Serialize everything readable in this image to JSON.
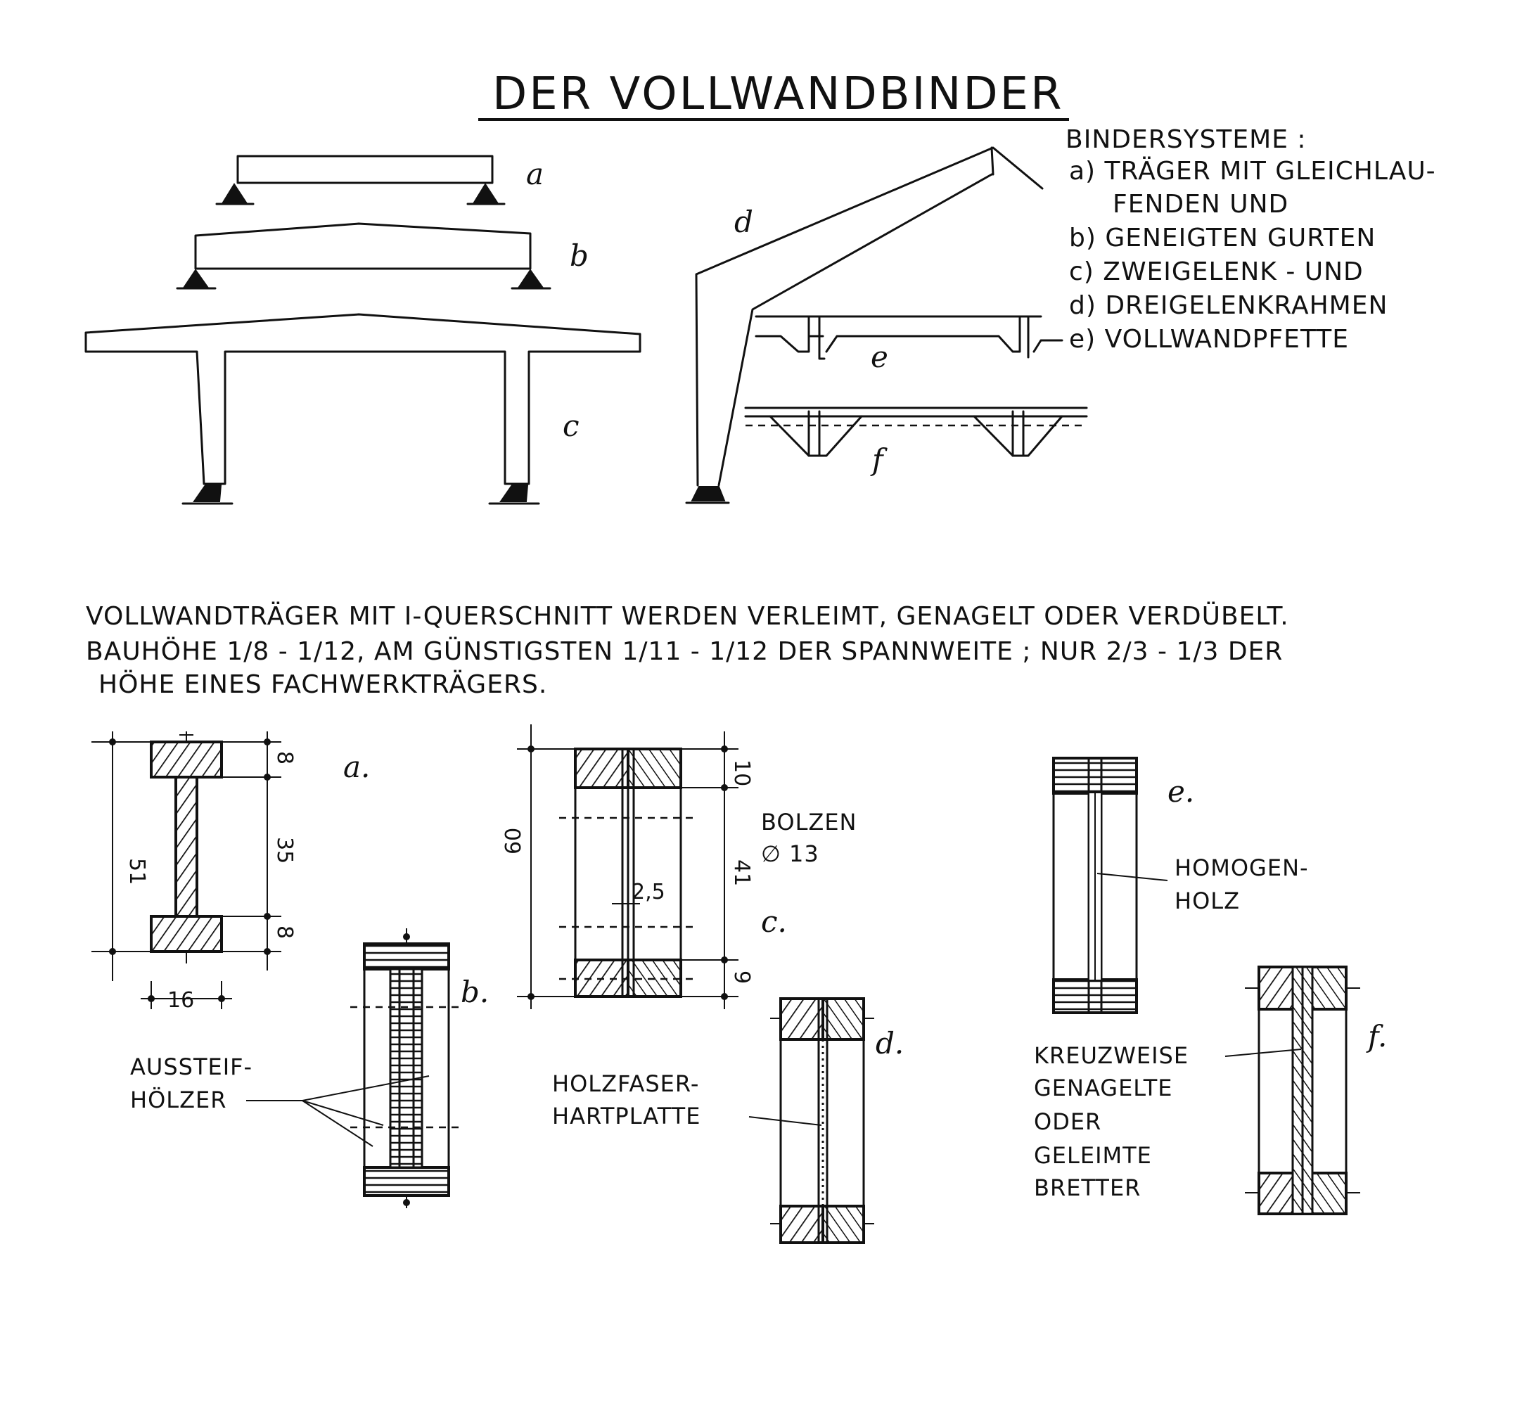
{
  "title": "DER VOLLWANDBINDER",
  "legend": {
    "heading": "BINDERSYSTEME :",
    "items": [
      "a) TRÄGER MIT GLEICHLAU-",
      "FENDEN UND",
      "b) GENEIGTEN GURTEN",
      "c) ZWEIGELENK - UND",
      "d) DREIGELENKRAHMEN",
      "e) VOLLWANDPFETTE"
    ]
  },
  "systems": {
    "a": "a",
    "b": "b",
    "c": "c",
    "d": "d",
    "e": "e",
    "f": "f"
  },
  "description": [
    "VOLLWANDTRÄGER MIT I-QUERSCHNITT WERDEN VERLEIMT, GENAGELT ODER VERDÜBELT.",
    "BAUHÖHE 1/8 - 1/12, AM GÜNSTIGSTEN 1/11 - 1/12 DER SPANNWEITE ; NUR 2/3 - 1/3 DER",
    "HÖHE EINES FACHWERKTRÄGERS."
  ],
  "sections": {
    "a": {
      "label": "a.",
      "dims": {
        "total": "51",
        "web": "35",
        "top": "8",
        "bottom": "8",
        "width": "16"
      }
    },
    "b": {
      "label": "b.",
      "caption": [
        "AUSSTEIF-",
        "HÖLZER"
      ]
    },
    "c": {
      "label": "c.",
      "dims": {
        "total": "60",
        "web": "41",
        "top": "10",
        "bottom": "9",
        "thick": "2,5"
      },
      "caption": [
        "BOLZEN",
        "∅ 13"
      ]
    },
    "d": {
      "label": "d.",
      "caption": [
        "HOLZFASER-",
        "HARTPLATTE"
      ]
    },
    "e": {
      "label": "e.",
      "caption": [
        "HOMOGEN-",
        "HOLZ"
      ]
    },
    "f": {
      "label": "f.",
      "caption": [
        "KREUZWEISE",
        "GENAGELTE",
        "ODER",
        "GELEIMTE",
        "BRETTER"
      ]
    }
  }
}
